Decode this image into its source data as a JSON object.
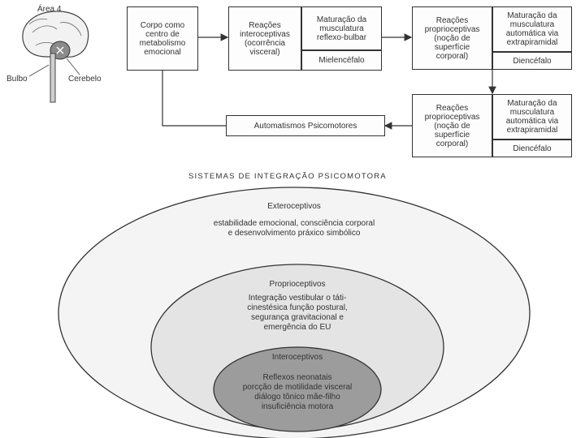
{
  "brain": {
    "area_label": "Área 4",
    "bulbo_label": "Bulbo",
    "cerebelo_label": "Cerebelo"
  },
  "flow": {
    "box_corpo": "Corpo como\ncentro de\nmetabolismo\nemocional",
    "box_reacoes_intero": "Reações\ninteroceptivas\n(ocorrência\nvisceral)",
    "box_maturacao_bulbar": "Maturação da\nmusculatura\nreflexo-bulbar",
    "box_mielencefalo": "Mielencéfalo",
    "box_reacoes_proprio_1": "Reações\nproprioceptivas\n(noção de\nsuperfície\ncorporal)",
    "box_maturacao_extra_1": "Maturação da\nmusculatura\nautomática via\nextrapiramidal",
    "box_diencefalo_1": "Diencéfalo",
    "box_reacoes_proprio_2": "Reações\nproprioceptivas\n(noção de\nsuperfície\ncorporal)",
    "box_maturacao_extra_2": "Maturação da\nmusculatura\nautomática via\nextrapiramidal",
    "box_diencefalo_2": "Diencéfalo",
    "box_automatismos": "Automatismos Psicomotores"
  },
  "systems": {
    "title": "SISTEMAS DE INTEGRAÇÃO PSICOMOTORA",
    "extero_title": "Exteroceptivos",
    "extero_text": "estabilidade emocional, consciência corporal\ne desenvolvimento práxico simbólico",
    "proprio_title": "Proprioceptivos",
    "proprio_text": "Integração vestibular o táti-\ncinestésica função postural,\nsegurança gravitacional e\nemergência do EU",
    "intero_title": "Interoceptivos",
    "intero_text": "Reflexos neonatais\nporcção de motilidade visceral\ndiálogo tônico mãe-filho\ninsuficiência motora"
  },
  "colors": {
    "outer_ellipse": "#f4f4f4",
    "middle_ellipse": "#e4e4e4",
    "inner_ellipse": "#9c9c9c"
  }
}
